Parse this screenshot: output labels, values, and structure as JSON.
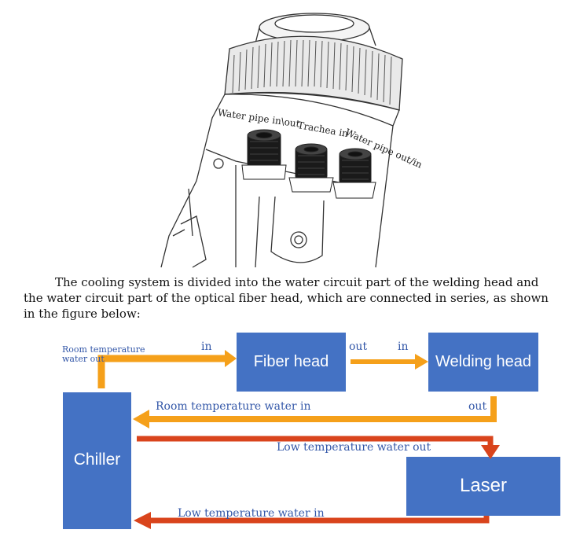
{
  "figure_top": {
    "labels": {
      "water_pipe_in_out": "Water pipe in\\out",
      "trachea_in": "Trachea in",
      "water_pipe_out_in": "Water pipe out/in"
    }
  },
  "caption": "The cooling system is divided into the water circuit part of the welding head and the water circuit part of the optical fiber head, which are connected in series, as shown in the figure below:",
  "diagram": {
    "colors": {
      "box": "#4472C4",
      "room_temp_arrow": "#F5A01A",
      "low_temp_arrow": "#D9441C",
      "low_temp_text": "#D9441C",
      "room_temp_text": "#3357A8"
    },
    "boxes": {
      "fiber_head": "Fiber head",
      "welding_head": "Welding head",
      "chiller": "Chiller",
      "laser": "Laser"
    },
    "labels": {
      "room_temp_out_line1": "Room temperature",
      "room_temp_out_line2": "water out",
      "in_fiber": "in",
      "out_fiber": "out",
      "in_welding": "in",
      "out_welding": "out",
      "room_temp_water_in": "Room temperature water in",
      "low_temp_water_out": "Low temperature water out",
      "low_temp_water_in": "Low temperature water in"
    }
  }
}
